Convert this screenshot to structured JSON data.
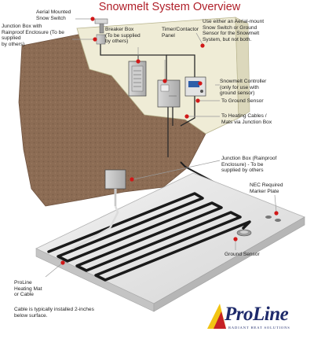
{
  "title": "Snowmelt System Overview",
  "labels": {
    "aerial_switch": "Aerial Mounted\nSnow Switch",
    "junction_box_top": "Junction Box with\nRainproof Enclosure (To be supplied\nby others)",
    "breaker_box": "Breaker Box\n(To be supplied\nby others)",
    "timer_panel": "Timer/Contactor\nPanel",
    "sensor_note": "Use either an Aerial-mount\nSnow Switch or Ground\nSensor for the Snowmelt\nSystem, but not both.",
    "controller": "Snowmelt Controller\n(only for use with\nground sensor)",
    "to_ground_sensor": "To Ground Sensor",
    "to_heating_cables": "To Heating Cables /\nMats via Junction Box",
    "junction_box_mid": "Junction Box (Rainproof\nEnclosure) - To be\nsupplied by others",
    "marker_plate": "NEC Required\nMarker Plate",
    "ground_sensor": "Ground Sensor",
    "heating_mat": "ProLine\nHeating Mat\nor Cable",
    "install_note": "Cable is typically installed 2-inches\nbelow surface."
  },
  "logo": {
    "wordmark": "ProLine",
    "tagline": "RADIANT HEAT SOLUTIONS"
  },
  "colors": {
    "title": "#b0202a",
    "callout_dot": "#d01818",
    "wall": "#efecd6",
    "rock": "#8a6a52",
    "slab": "#e4e4e4",
    "cable": "#202020",
    "logo_blue": "#1e2a6b",
    "logo_red": "#c62026",
    "logo_yellow": "#f2c413"
  }
}
